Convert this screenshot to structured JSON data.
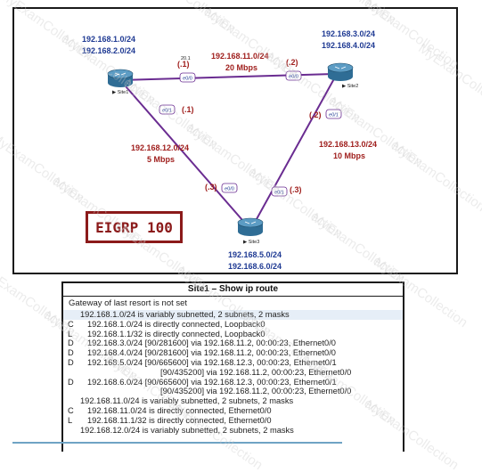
{
  "watermark_text": "MyExamCollection",
  "diagram": {
    "routers": [
      {
        "name": "Site1",
        "networks": [
          "192.168.1.0/24",
          "192.168.2.0/24"
        ]
      },
      {
        "name": "Site2",
        "networks": [
          "192.168.3.0/24",
          "192.168.4.0/24"
        ]
      },
      {
        "name": "Site3",
        "networks": [
          "192.168.5.0/24",
          "192.168.6.0/24"
        ]
      }
    ],
    "links": [
      {
        "network": "192.168.11.0/24",
        "bandwidth": "20 Mbps",
        "a_if": "e0/0",
        "a_addr": "(.1)",
        "b_if": "e0/0",
        "b_addr": "(.2)"
      },
      {
        "network": "192.168.12.0/24",
        "bandwidth": "5 Mbps",
        "a_if": "e0/1",
        "a_addr": "(.1)",
        "b_if": "e0/0",
        "b_addr": "(.3)"
      },
      {
        "network": "192.168.13.0/24",
        "bandwidth": "10 Mbps",
        "a_if": "e0/1",
        "a_addr": "(.2)",
        "b_if": "e0/1",
        "b_addr": "(.3)"
      }
    ],
    "small_label": "20.1",
    "as_label": "EIGRP 100"
  },
  "output": {
    "title": "Site1 – Show ip route",
    "gateway": "Gateway of last resort is not set",
    "rows": [
      {
        "code": "",
        "text": "192.168.1.0/24 is variably subnetted, 2 subnets, 2 masks",
        "style": "indent hl"
      },
      {
        "code": "C",
        "text": "192.168.1.0/24 is directly connected, Loopback0",
        "style": ""
      },
      {
        "code": "L",
        "text": "192.168.1.1/32 is directly connected, Loopback0",
        "style": ""
      },
      {
        "code": "D",
        "text": "192.168.3.0/24 [90/281600] via 192.168.11.2, 00:00:23, Ethernet0/0",
        "style": ""
      },
      {
        "code": "D",
        "text": "192.168.4.0/24 [90/281600] via 192.168.11.2, 00:00:23, Ethernet0/0",
        "style": ""
      },
      {
        "code": "D",
        "text": "192.168.5.0/24 [90/665600] via 192.168.12.3, 00:00:23, Ethernet0/1",
        "style": ""
      },
      {
        "code": "",
        "text": "[90/435200] via 192.168.11.2, 00:00:23, Ethernet0/0",
        "style": "cont"
      },
      {
        "code": "D",
        "text": "192.168.6.0/24 [90/665600] via 192.168.12.3, 00:00:23, Ethernet0/1",
        "style": ""
      },
      {
        "code": "",
        "text": "[90/435200] via 192.168.11.2, 00:00:23, Ethernet0/0",
        "style": "cont"
      },
      {
        "code": "",
        "text": "192.168.11.0/24 is variably subnetted, 2 subnets, 2 masks",
        "style": "indent"
      },
      {
        "code": "C",
        "text": "192.168.11.0/24 is directly connected, Ethernet0/0",
        "style": ""
      },
      {
        "code": "L",
        "text": "192.168.11.1/32 is directly connected, Ethernet0/0",
        "style": ""
      },
      {
        "code": "",
        "text": "192.168.12.0/24 is variably subnetted, 2 subnets, 2 masks",
        "style": "indent"
      }
    ]
  },
  "colors": {
    "network_label": "#1f3a93",
    "link_label": "#a0201e",
    "link_line": "#6a2c91",
    "eigrp_border": "#8b1a1a",
    "router_body": "#2f6d95"
  }
}
